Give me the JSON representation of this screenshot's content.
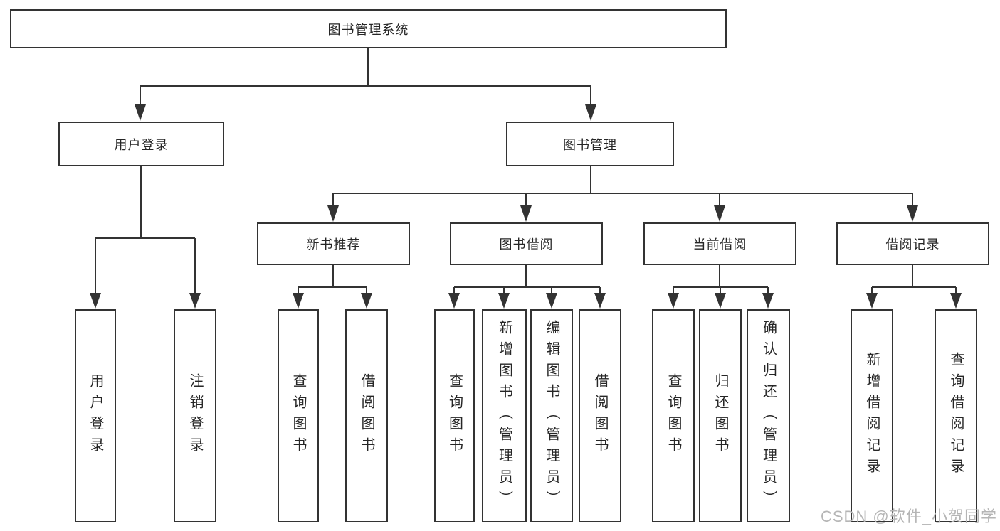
{
  "diagram": {
    "root": {
      "label": "图书管理系统"
    },
    "level2": [
      {
        "label": "用户登录"
      },
      {
        "label": "图书管理"
      }
    ],
    "level3": [
      {
        "label": "新书推荐",
        "parent": "图书管理"
      },
      {
        "label": "图书借阅",
        "parent": "图书管理"
      },
      {
        "label": "当前借阅",
        "parent": "图书管理"
      },
      {
        "label": "借阅记录",
        "parent": "图书管理"
      }
    ],
    "leaves": [
      {
        "label": "用户登录",
        "parent": "用户登录"
      },
      {
        "label": "注销登录",
        "parent": "用户登录"
      },
      {
        "label": "查询图书",
        "parent": "新书推荐"
      },
      {
        "label": "借阅图书",
        "parent": "新书推荐"
      },
      {
        "label": "查询图书",
        "parent": "图书借阅"
      },
      {
        "label": "新增图书（管理员）",
        "parent": "图书借阅"
      },
      {
        "label": "编辑图书（管理员）",
        "parent": "图书借阅"
      },
      {
        "label": "借阅图书",
        "parent": "图书借阅"
      },
      {
        "label": "查询图书",
        "parent": "当前借阅"
      },
      {
        "label": "归还图书",
        "parent": "当前借阅"
      },
      {
        "label": "确认归还（管理员）",
        "parent": "当前借阅"
      },
      {
        "label": "新增借阅记录",
        "parent": "借阅记录"
      },
      {
        "label": "查询借阅记录",
        "parent": "借阅记录"
      }
    ]
  },
  "watermark": {
    "text": "CSDN @软件_小贺同学"
  },
  "colors": {
    "line": "#333333",
    "border": "#333333",
    "text": "#262626",
    "watermark": "#b5b5b5",
    "background": "#ffffff"
  }
}
